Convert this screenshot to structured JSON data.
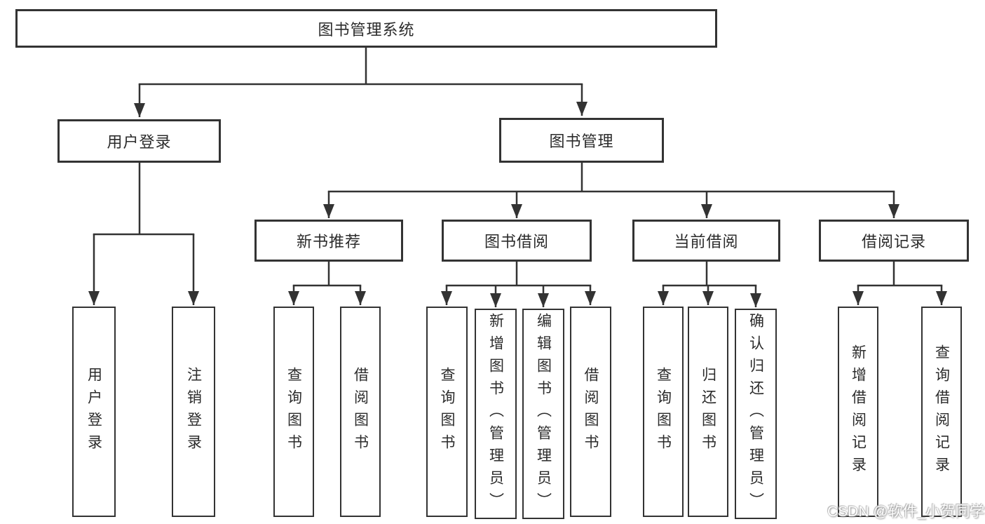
{
  "tree": {
    "root": {
      "label": "图书管理系统"
    },
    "branches": [
      {
        "label": "用户登录",
        "children": [
          {
            "label": "用户登录"
          },
          {
            "label": "注销登录"
          }
        ]
      },
      {
        "label": "图书管理",
        "groups": [
          {
            "label": "新书推荐",
            "children": [
              {
                "label": "查询图书"
              },
              {
                "label": "借阅图书"
              }
            ]
          },
          {
            "label": "图书借阅",
            "children": [
              {
                "label": "查询图书"
              },
              {
                "label": "新增图书（管理员）"
              },
              {
                "label": "编辑图书（管理员）"
              },
              {
                "label": "借阅图书"
              }
            ]
          },
          {
            "label": "当前借阅",
            "children": [
              {
                "label": "查询图书"
              },
              {
                "label": "归还图书"
              },
              {
                "label": "确认归还（管理员）"
              }
            ]
          },
          {
            "label": "借阅记录",
            "children": [
              {
                "label": "新增借阅记录"
              },
              {
                "label": "查询借阅记录"
              }
            ]
          }
        ]
      }
    ]
  },
  "watermark": {
    "text": "CSDN @软件_小贺同学"
  },
  "colors": {
    "line": "#333333",
    "text": "#2b2b2b",
    "box_background": "#ffffff",
    "watermark_text": "#ffffff"
  }
}
